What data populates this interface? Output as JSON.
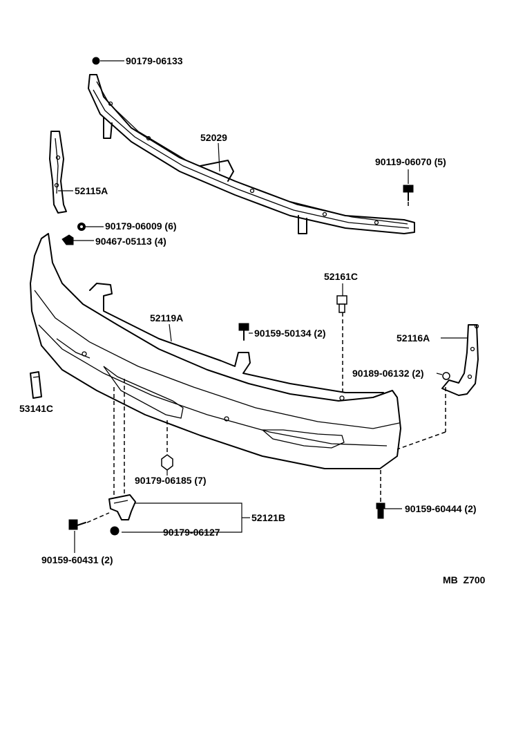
{
  "diagram": {
    "code": "MB  Z700",
    "labels": [
      {
        "id": "lbl_9017906133",
        "text": "90179-06133"
      },
      {
        "id": "lbl_52029",
        "text": "52029"
      },
      {
        "id": "lbl_9011906070",
        "text": "90119-06070 (5)"
      },
      {
        "id": "lbl_52115a",
        "text": "52115A"
      },
      {
        "id": "lbl_9017906009",
        "text": "90179-06009 (6)"
      },
      {
        "id": "lbl_9046705113",
        "text": "90467-05113 (4)"
      },
      {
        "id": "lbl_52161c",
        "text": "52161C"
      },
      {
        "id": "lbl_52119a",
        "text": "52119A"
      },
      {
        "id": "lbl_9015950134",
        "text": "90159-50134 (2)"
      },
      {
        "id": "lbl_52116a",
        "text": "52116A"
      },
      {
        "id": "lbl_9018906132",
        "text": "90189-06132 (2)"
      },
      {
        "id": "lbl_53141c",
        "text": "53141C"
      },
      {
        "id": "lbl_9017906185",
        "text": "90179-06185 (7)"
      },
      {
        "id": "lbl_52121b",
        "text": "52121B"
      },
      {
        "id": "lbl_9017906127",
        "text": "90179-06127"
      },
      {
        "id": "lbl_9015960444",
        "text": "90159-60444 (2)"
      },
      {
        "id": "lbl_9015960431",
        "text": "90159-60431 (2)"
      }
    ]
  }
}
